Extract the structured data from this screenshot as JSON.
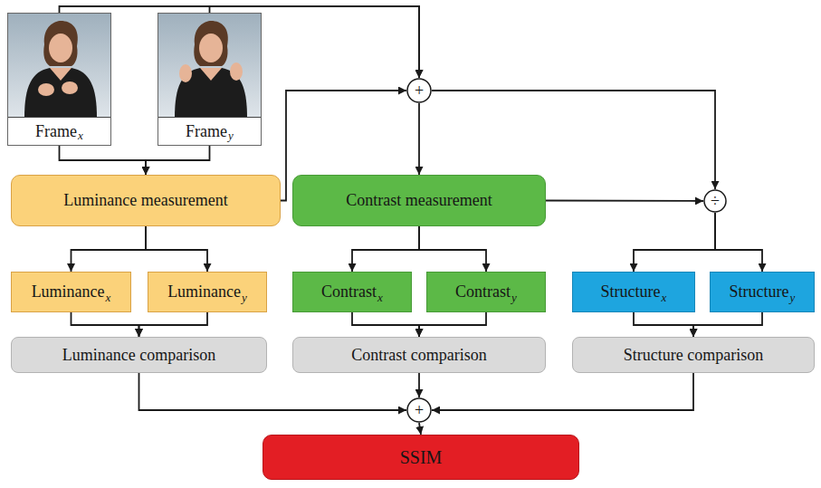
{
  "diagram": {
    "nodes": [
      {
        "text": [
          "Frame",
          "x"
        ]
      },
      {
        "text": [
          "Frame",
          "y"
        ]
      },
      {
        "text": [
          "+"
        ]
      },
      {
        "text": [
          "Luminance measurement"
        ]
      },
      {
        "text": [
          "Contrast measurement"
        ]
      },
      {
        "text": [
          "÷"
        ]
      },
      {
        "text": [
          "Luminance",
          "x"
        ]
      },
      {
        "text": [
          "Luminance",
          "y"
        ]
      },
      {
        "text": [
          "Contrast",
          "x"
        ]
      },
      {
        "text": [
          "Contrast",
          "y"
        ]
      },
      {
        "text": [
          "Structure",
          "x"
        ]
      },
      {
        "text": [
          "Structure",
          "y"
        ]
      },
      {
        "text": [
          "Luminance comparison"
        ]
      },
      {
        "text": [
          "Contrast comparison"
        ]
      },
      {
        "text": [
          "Structure comparison"
        ]
      },
      {
        "text": [
          "+"
        ]
      },
      {
        "text": [
          "SSIM"
        ]
      }
    ],
    "edges": [
      {
        "from": 0,
        "to": 2,
        "arrow": "to"
      },
      {
        "from": 1,
        "to": 2,
        "arrow": "to"
      },
      {
        "from": 0,
        "to": 3,
        "arrow": "to"
      },
      {
        "from": 1,
        "to": 3,
        "arrow": "to"
      },
      {
        "from": 3,
        "to": 2,
        "arrow": "to"
      },
      {
        "from": 2,
        "to": 4,
        "arrow": "to"
      },
      {
        "from": 2,
        "to": 5,
        "arrow": "to"
      },
      {
        "from": 4,
        "to": 5,
        "arrow": "to"
      },
      {
        "from": 3,
        "to": 6,
        "arrow": "to"
      },
      {
        "from": 3,
        "to": 7,
        "arrow": "to"
      },
      {
        "from": 4,
        "to": 8,
        "arrow": "to"
      },
      {
        "from": 4,
        "to": 9,
        "arrow": "to"
      },
      {
        "from": 5,
        "to": 10,
        "arrow": "to"
      },
      {
        "from": 5,
        "to": 11,
        "arrow": "to"
      },
      {
        "from": 6,
        "to": 12,
        "arrow": "to"
      },
      {
        "from": 7,
        "to": 12,
        "arrow": "to"
      },
      {
        "from": 8,
        "to": 13,
        "arrow": "to"
      },
      {
        "from": 9,
        "to": 13,
        "arrow": "to"
      },
      {
        "from": 10,
        "to": 14,
        "arrow": "to"
      },
      {
        "from": 11,
        "to": 14,
        "arrow": "to"
      },
      {
        "from": 12,
        "to": 15,
        "arrow": "to"
      },
      {
        "from": 13,
        "to": 15,
        "arrow": "to"
      },
      {
        "from": 14,
        "to": 15,
        "arrow": "to"
      },
      {
        "from": 15,
        "to": 16,
        "arrow": "to"
      }
    ]
  }
}
